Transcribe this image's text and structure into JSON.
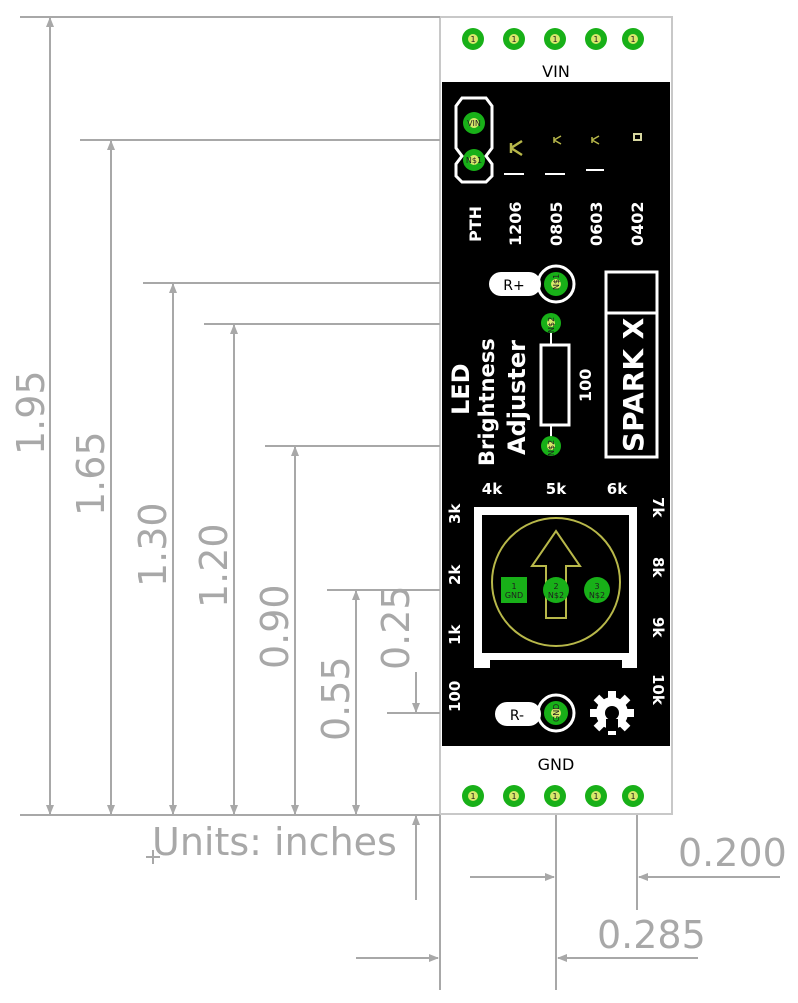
{
  "dimensions": {
    "vertical": [
      "1.95",
      "1.65",
      "1.30",
      "1.20",
      "0.90",
      "0.55",
      "0.25"
    ],
    "horizontal": [
      "0.200",
      "0.285"
    ],
    "units": "Units: inches"
  },
  "board": {
    "top_header": "VIN",
    "bottom_header": "GND",
    "top_pads": [
      "1",
      "1",
      "1",
      "1",
      "1"
    ],
    "bottom_pads": [
      "1",
      "1",
      "1",
      "1",
      "1"
    ],
    "pth_pads": [
      "VIN",
      "N$1"
    ],
    "pth_label": "PTH",
    "led_sizes": [
      "1206",
      "0805",
      "0603",
      "0402"
    ],
    "r_plus": "R+",
    "r_minus": "R-",
    "r_plus_pad": "N$1",
    "r_minus_pad": "GND",
    "resistor_pads": [
      "N$2",
      "N$2"
    ],
    "resistor_value": "100",
    "title_lines": [
      "LED",
      "Brightness",
      "Adjuster"
    ],
    "logo": "SPARK X",
    "dial_top": [
      "4k",
      "5k",
      "6k"
    ],
    "dial_left": [
      "3k",
      "2k",
      "1k",
      "100"
    ],
    "dial_right": [
      "7k",
      "8k",
      "9k",
      "10k"
    ],
    "pot_pins": [
      {
        "num": "1",
        "net": "GND"
      },
      {
        "num": "2",
        "net": "N$2"
      },
      {
        "num": "3",
        "net": "N$2"
      }
    ]
  },
  "colors": {
    "board": "#000000",
    "pad": "#18b018",
    "pad_center": "#d7e86a",
    "outline": "#c8c8c8",
    "dimension": "#a8a8a8"
  }
}
